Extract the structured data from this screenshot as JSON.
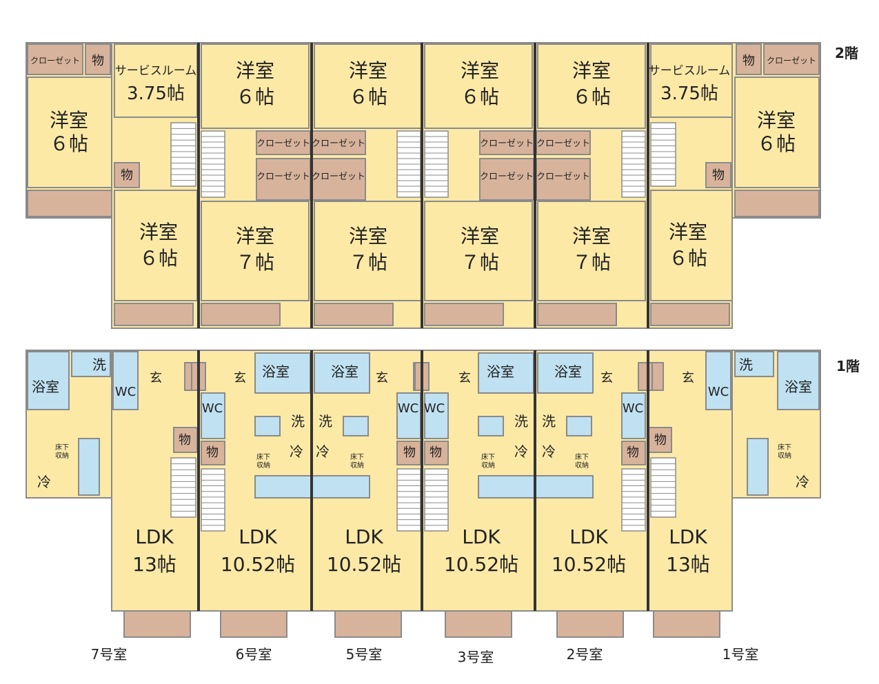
{
  "floors": {
    "second": "2階",
    "first": "1階"
  },
  "units": [
    "7号室",
    "6号室",
    "5号室",
    "3号室",
    "2号室",
    "1号室"
  ],
  "labels": {
    "western_room": "洋室",
    "size_6": "６帖",
    "size_7": "７帖",
    "service_room": "サービスルーム",
    "service_size": "3.75帖",
    "closet": "クローゼット",
    "storage": "物",
    "bath": "浴室",
    "wash": "洗",
    "wc": "WC",
    "entrance": "玄",
    "fridge": "冷",
    "underfloor_1": "床下",
    "underfloor_2": "収納",
    "ldk": "LDK",
    "ldk_13": "13帖",
    "ldk_1052": "10.52帖"
  },
  "colors": {
    "room": "#fce9a6",
    "closet": "#d8b39b",
    "wet": "#bfe1f2",
    "wall": "#8a8a8a",
    "party_wall": "#333333"
  }
}
